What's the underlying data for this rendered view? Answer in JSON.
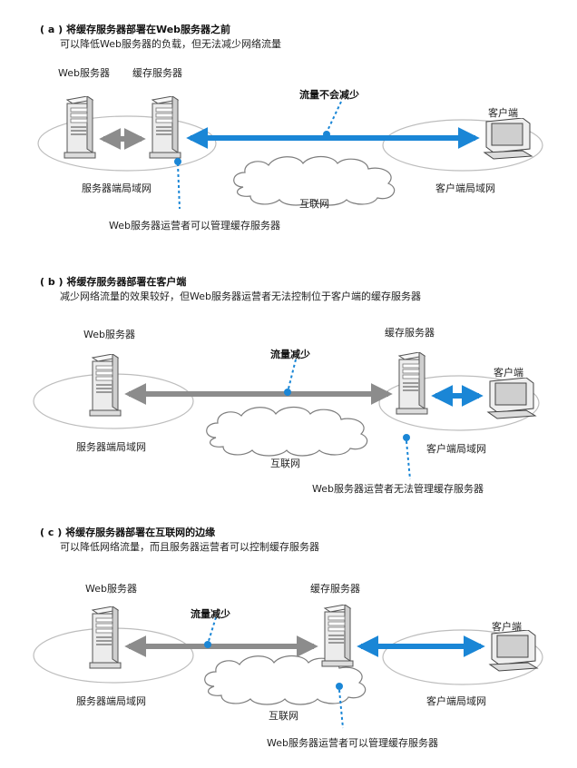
{
  "colors": {
    "blue": "#1a86d6",
    "gray_arrow": "#8c8c8c",
    "ellipse": "#bdbdbd",
    "server_fill": "#ececec",
    "server_stroke": "#555555",
    "monitor_screen": "#d0d0d0"
  },
  "panels": [
    {
      "heading": "( a ) 将缓存服务器部署在Web服务器之前",
      "subheading": "可以降低Web服务器的负载，但无法减少网络流量",
      "web_server_label": "Web服务器",
      "cache_server_label": "缓存服务器",
      "traffic_label": "流量不会减少",
      "client_label": "客户端",
      "server_lan_label": "服务器端局域网",
      "internet_label": "互联网",
      "client_lan_label": "客户端局域网",
      "operator_note": "Web服务器运营者可以管理缓存服务器"
    },
    {
      "heading": "( b ) 将缓存服务器部署在客户端",
      "subheading": "减少网络流量的效果较好，但Web服务器运营者无法控制位于客户端的缓存服务器",
      "web_server_label": "Web服务器",
      "cache_server_label": "缓存服务器",
      "traffic_label": "流量减少",
      "client_label": "客户端",
      "server_lan_label": "服务器端局域网",
      "internet_label": "互联网",
      "client_lan_label": "客户端局域网",
      "operator_note": "Web服务器运营者无法管理缓存服务器"
    },
    {
      "heading": "( c ) 将缓存服务器部署在互联网的边缘",
      "subheading": "可以降低网络流量，而且服务器运营者可以控制缓存服务器",
      "web_server_label": "Web服务器",
      "cache_server_label": "缓存服务器",
      "traffic_label": "流量减少",
      "client_label": "客户端",
      "server_lan_label": "服务器端局域网",
      "internet_label": "互联网",
      "client_lan_label": "客户端局域网",
      "operator_note": "Web服务器运营者可以管理缓存服务器"
    }
  ]
}
